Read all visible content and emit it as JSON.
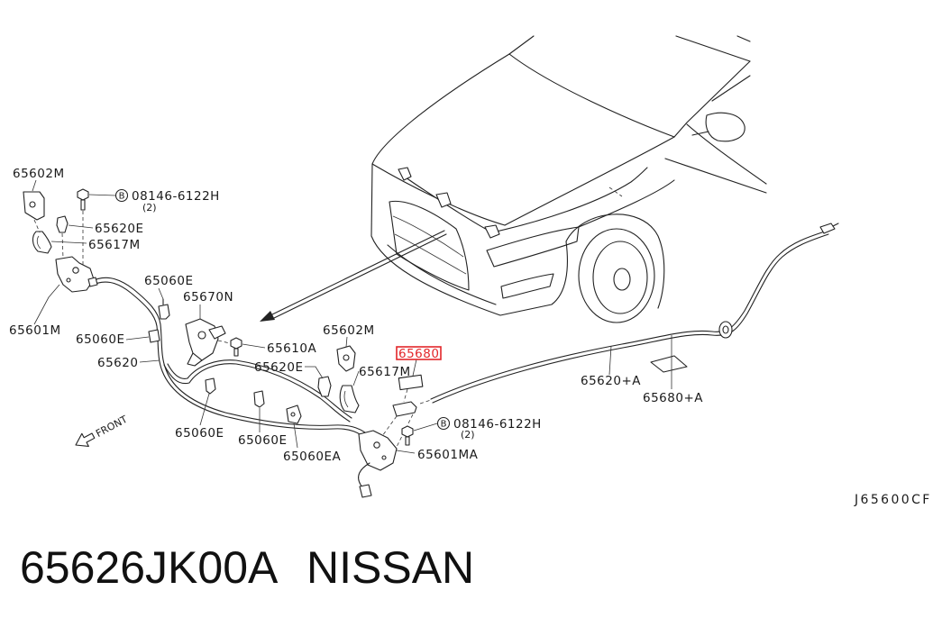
{
  "callouts": {
    "bracket_lh": "65602M",
    "bolt_lh": "08146-6122H",
    "bolt_lh_qty": "(2)",
    "clip_lh": "65620E",
    "spring_lh": "65617M",
    "latch_lh": "65601M",
    "clip_65060e_1": "65060E",
    "lever": "65670N",
    "clip_65060e_2": "65060E",
    "cable": "65620",
    "screw": "65610A",
    "bracket_rh": "65602M",
    "selected_part": "65680",
    "clip_rh": "65620E",
    "spring_rh": "65617M",
    "cable_a": "65620+A",
    "part_65680a": "65680+A",
    "clip_65060e_3": "65060E",
    "clip_65060e_4": "65060E",
    "bolt_rh": "08146-6122H",
    "bolt_rh_qty": "(2)",
    "latch_rh": "65601MA",
    "clip_65060ea": "65060EA"
  },
  "bolt_marker": "B",
  "front_indicator": "FRONT",
  "diagram_code": "J65600CF",
  "caption": {
    "part_number": "65626JK00A",
    "brand": "NISSAN"
  },
  "colors": {
    "highlight": "#e3262a",
    "line": "#222222"
  }
}
